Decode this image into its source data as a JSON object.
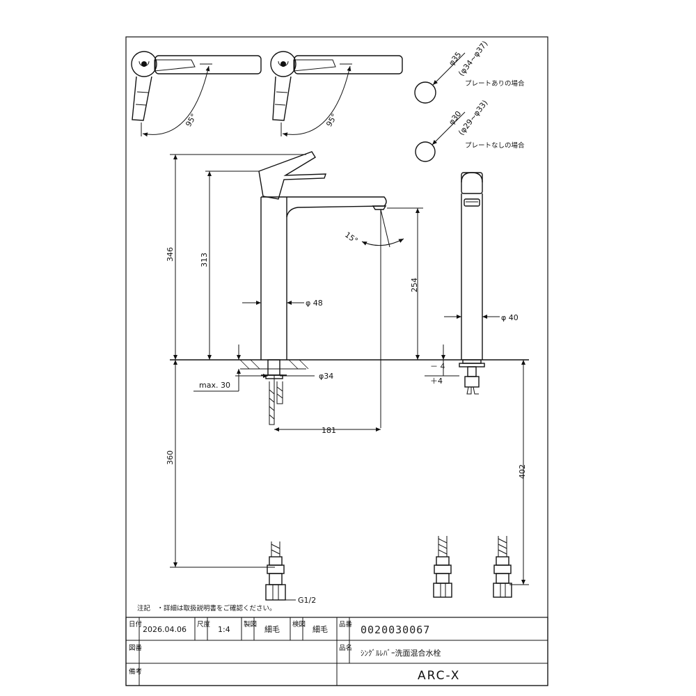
{
  "drawing": {
    "lever_angle_left": "95°",
    "lever_angle_right": "95°",
    "hole_with_plate": {
      "dia": "φ35",
      "range": "(φ34~φ37)",
      "label": "プレートありの場合"
    },
    "hole_without_plate": {
      "dia": "φ30",
      "range": "(φ29~φ33)",
      "label": "プレートなしの場合"
    },
    "dimensions": {
      "total_height": "346",
      "body_height": "313",
      "spout_height": "254",
      "spout_angle": "15°",
      "body_dia": "φ 48",
      "shank_dia": "φ34",
      "max_thickness": "max. 30",
      "reach": "181",
      "side_dia": "φ 40",
      "tol_minus": "－ 4",
      "tol_plus": "＋4",
      "hose_length": "360",
      "hose_length_side": "402",
      "thread": "G1/2"
    }
  },
  "note": "注記　・詳細は取扱説明書をご確認ください。",
  "title_block": {
    "date_label": "日付",
    "date": "2026.04.06",
    "scale_label": "尺度",
    "scale": "1:4",
    "drawn_label": "製図",
    "drawn_by": "細毛",
    "checked_label": "検図",
    "checked_by": "細毛",
    "number_label": "品番",
    "number": "0020030067",
    "dwg_label": "図番",
    "name_label": "品名",
    "name": "ｼﾝｸﾞﾙﾚﾊﾞｰ洗面混合水栓",
    "remarks_label": "備考",
    "brand": "ARC-X"
  }
}
